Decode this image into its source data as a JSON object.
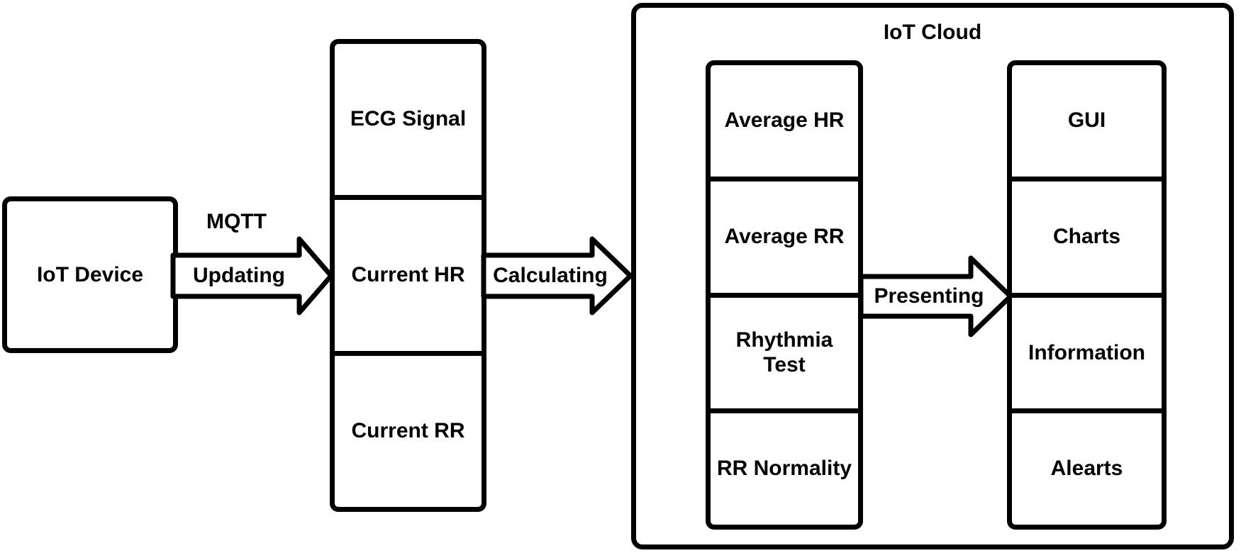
{
  "nodes": {
    "device": {
      "label": "IoT Device"
    },
    "signals": {
      "items": [
        "ECG Signal",
        "Current HR",
        "Current RR"
      ]
    },
    "cloud": {
      "title": "IoT Cloud",
      "metrics": [
        "Average HR",
        "Average RR",
        "Rhythmia\nTest",
        "RR Normality"
      ],
      "outputs": [
        "GUI",
        "Charts",
        "Information",
        "Alearts"
      ]
    }
  },
  "arrows": {
    "updating": {
      "label": "Updating",
      "protocol": "MQTT"
    },
    "calculating": {
      "label": "Calculating"
    },
    "presenting": {
      "label": "Presenting"
    }
  },
  "colors": {
    "stroke": "#000000",
    "fill": "#ffffff",
    "background": "#ffffff"
  }
}
